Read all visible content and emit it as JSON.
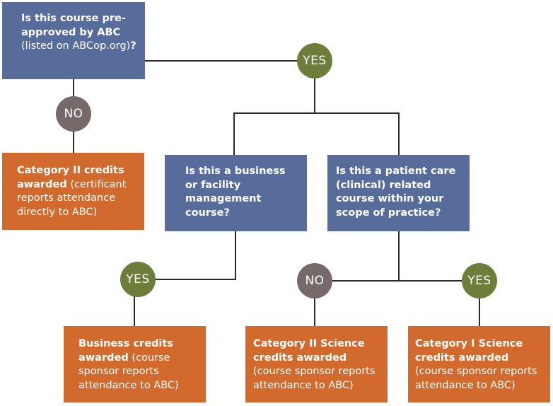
{
  "colors": {
    "question": "#586c9c",
    "result": "#d26a2e",
    "yes": "#6d7e3a",
    "no": "#76696a",
    "connector": "#2b2b2b"
  },
  "nodes": {
    "q1": {
      "bold1": "Is this course pre-approved by ABC",
      "plain": " (listed on ABCop.org)",
      "bold2": "?"
    },
    "q2": {
      "bold": "Is this a business or facility management course?"
    },
    "q3": {
      "bold": "Is this a patient care (clinical) related course within your scope of practice?"
    },
    "r1": {
      "bold": "Category II credits awarded",
      "plain": " (certificant reports attendance directly to ABC)"
    },
    "r2": {
      "bold": "Business credits awarded",
      "plain": " (course sponsor reports attendance to ABC)"
    },
    "r3": {
      "bold": "Category II Science credits awarded",
      "plain": " (course sponsor reports attendance to ABC)"
    },
    "r4": {
      "bold": "Category I Science credits awarded",
      "plain": " (course sponsor reports attendance to ABC)"
    }
  },
  "decisions": {
    "q1_no": "NO",
    "q1_yes": "YES",
    "q2_yes": "YES",
    "q3_no": "NO",
    "q3_yes": "YES"
  }
}
